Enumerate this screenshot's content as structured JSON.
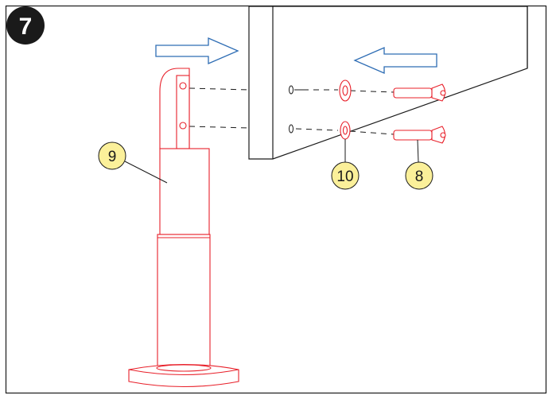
{
  "step": {
    "number": "7"
  },
  "colors": {
    "part_outline": "#e8202a",
    "arrow": "#2e6db4",
    "callout_fill": "#fbf09a",
    "frame": "#1a1a1a",
    "badge": "#1a1a1a"
  },
  "callouts": [
    {
      "id": "leg",
      "label": "9"
    },
    {
      "id": "washer",
      "label": "10"
    },
    {
      "id": "bolt",
      "label": "8"
    }
  ],
  "icons": {
    "direction_arrow": "hollow-block-arrow"
  }
}
